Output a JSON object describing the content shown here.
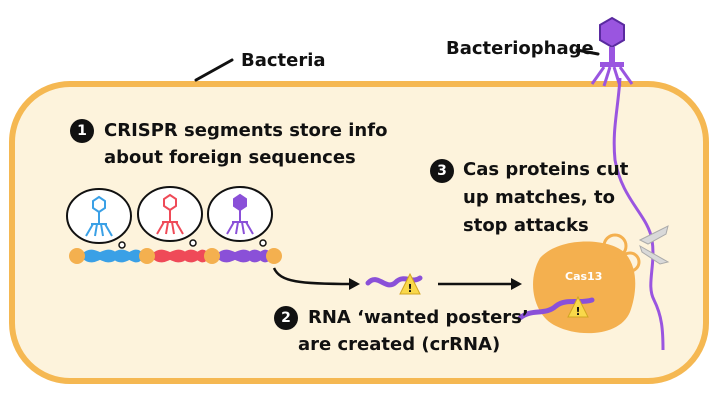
{
  "labels": {
    "bacteria": "Bacteria",
    "bacteriophage": "Bacteriophage",
    "cas13": "Cas13"
  },
  "steps": [
    {
      "number": "1",
      "lines": [
        "CRISPR segments store info",
        "about foreign sequences"
      ]
    },
    {
      "number": "2",
      "lines": [
        "RNA ‘wanted posters’",
        "are created (crRNA)"
      ]
    },
    {
      "number": "3",
      "lines": [
        "Cas proteins cut",
        "up matches, to",
        "stop attacks"
      ]
    }
  ],
  "colors": {
    "cell_fill": "#fdf3dc",
    "cell_border": "#f5b852",
    "phage": "#9a55e0",
    "blue": "#3aa0e6",
    "red": "#ef4a58",
    "purple": "#8a50d8",
    "cas": "#f4b04f",
    "warning": "#f9d84a"
  },
  "icons": [
    "phage-icon",
    "scissors-icon",
    "warning-icon"
  ]
}
